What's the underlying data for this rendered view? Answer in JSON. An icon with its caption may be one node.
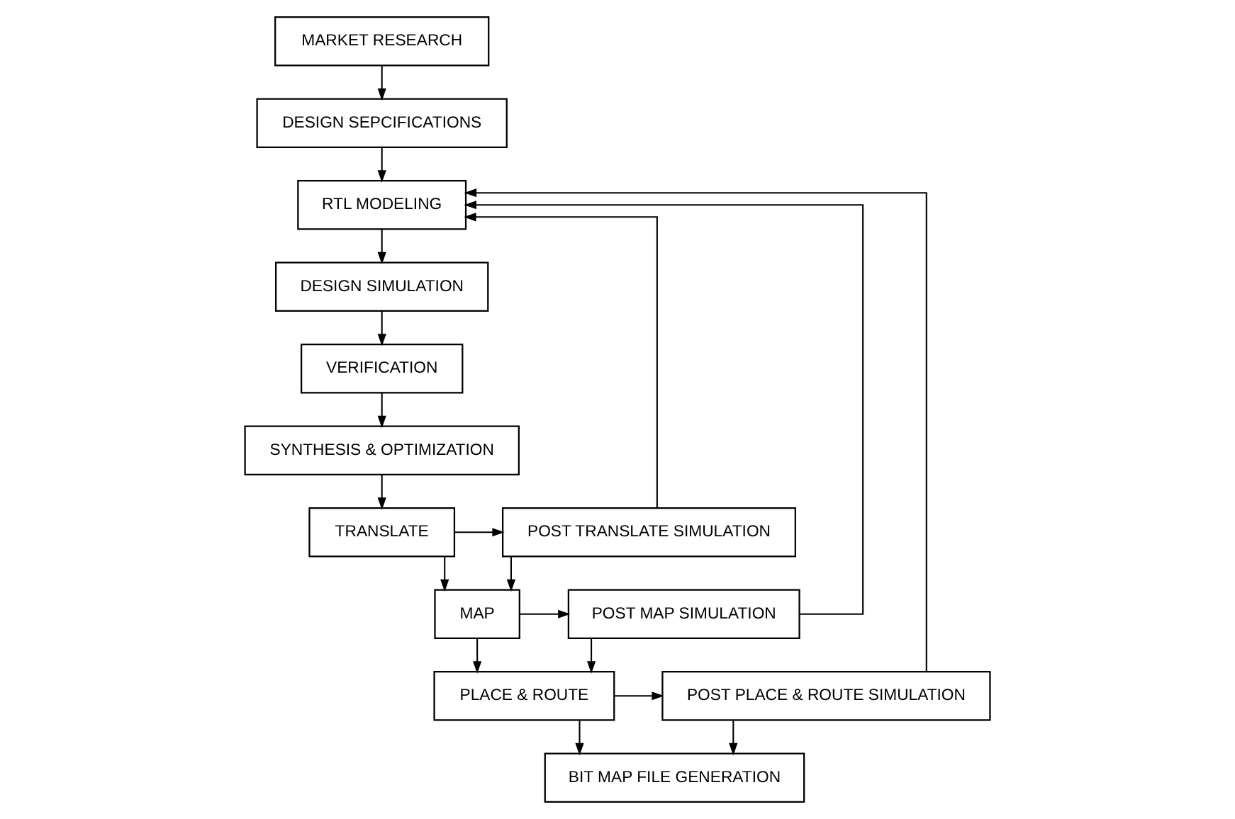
{
  "diagram": {
    "nodes": [
      {
        "text": [
          "MARKET RESEARCH"
        ]
      },
      {
        "text": [
          "DESIGN SEPCIFICATIONS"
        ]
      },
      {
        "text": [
          "RTL MODELING"
        ]
      },
      {
        "text": [
          "DESIGN SIMULATION"
        ]
      },
      {
        "text": [
          "VERIFICATION"
        ]
      },
      {
        "text": [
          "SYNTHESIS & OPTIMIZATION"
        ]
      },
      {
        "text": [
          "TRANSLATE"
        ]
      },
      {
        "text": [
          "POST TRANSLATE SIMULATION"
        ]
      },
      {
        "text": [
          "MAP"
        ]
      },
      {
        "text": [
          "POST MAP SIMULATION"
        ]
      },
      {
        "text": [
          "PLACE & ROUTE"
        ]
      },
      {
        "text": [
          "POST PLACE & ROUTE SIMULATION"
        ]
      },
      {
        "text": [
          "BIT MAP FILE GENERATION"
        ]
      }
    ],
    "edges": [
      {
        "from": 0,
        "to": 1,
        "arrow": "to"
      },
      {
        "from": 1,
        "to": 2,
        "arrow": "to"
      },
      {
        "from": 2,
        "to": 3,
        "arrow": "to"
      },
      {
        "from": 3,
        "to": 4,
        "arrow": "to"
      },
      {
        "from": 4,
        "to": 5,
        "arrow": "to"
      },
      {
        "from": 5,
        "to": 6,
        "arrow": "to"
      },
      {
        "from": 6,
        "to": 7,
        "arrow": "to"
      },
      {
        "from": 6,
        "to": 8,
        "arrow": "to"
      },
      {
        "from": 7,
        "to": 8,
        "arrow": "to"
      },
      {
        "from": 7,
        "to": 2,
        "arrow": "to"
      },
      {
        "from": 8,
        "to": 9,
        "arrow": "to"
      },
      {
        "from": 8,
        "to": 10,
        "arrow": "to"
      },
      {
        "from": 9,
        "to": 10,
        "arrow": "to"
      },
      {
        "from": 9,
        "to": 2,
        "arrow": "to"
      },
      {
        "from": 10,
        "to": 11,
        "arrow": "to"
      },
      {
        "from": 10,
        "to": 12,
        "arrow": "to"
      },
      {
        "from": 11,
        "to": 12,
        "arrow": "to"
      },
      {
        "from": 11,
        "to": 2,
        "arrow": "to"
      }
    ]
  }
}
